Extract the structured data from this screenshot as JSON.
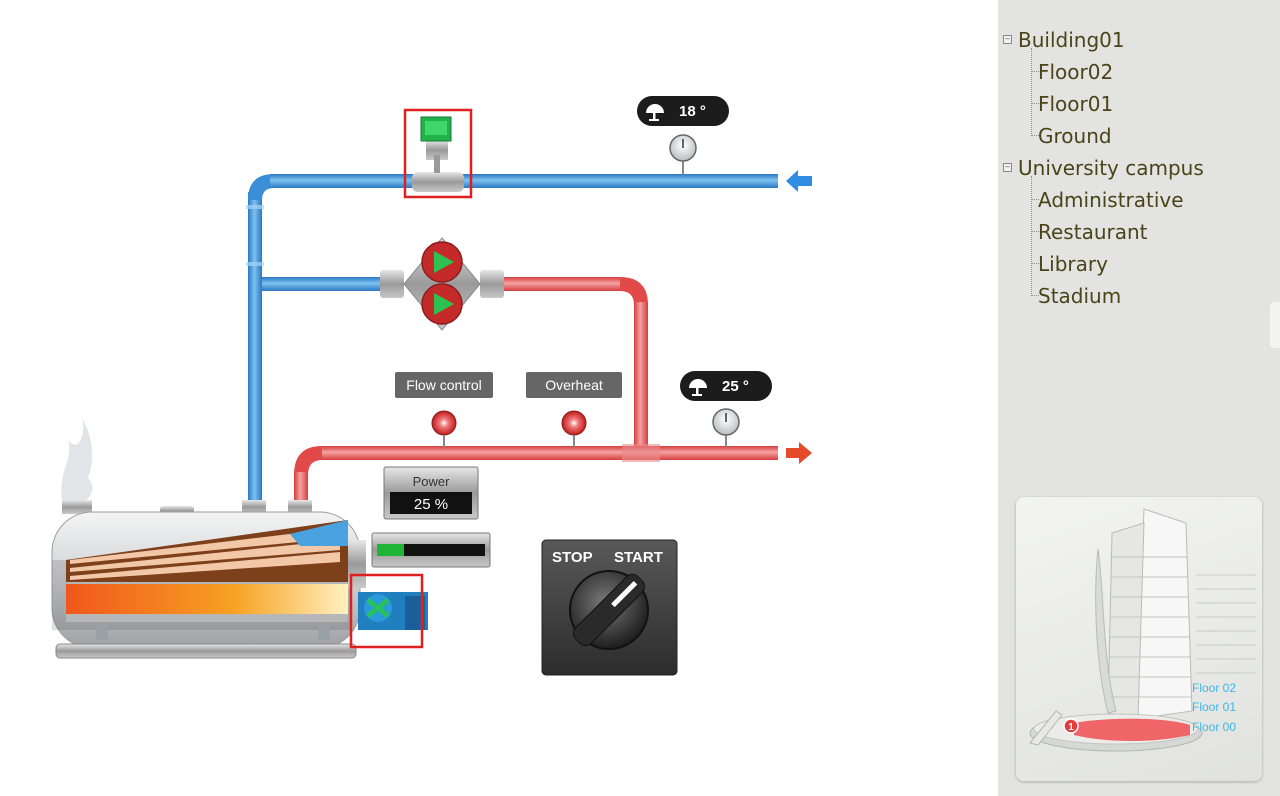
{
  "diagram": {
    "top_temp": {
      "value": "18 °",
      "icon": "thermometer-icon"
    },
    "bottom_temp": {
      "value": "25 °",
      "icon": "thermometer-icon"
    },
    "flow_control": {
      "label": "Flow control"
    },
    "overheat": {
      "label": "Overheat"
    },
    "power": {
      "label": "Power",
      "value": "25 %",
      "level": 0.25
    },
    "switch": {
      "stop": "STOP",
      "start": "START"
    },
    "colors": {
      "cold_pipe": "#3a8fd6",
      "hot_pipe": "#e24a4a",
      "selection": "#e02020",
      "valve_actuator": "#22b24c",
      "level_fill": "#1fb436"
    }
  },
  "sidebar": {
    "tree": [
      {
        "label": "Building01",
        "children": [
          "Floor02",
          "Floor01",
          "Ground"
        ]
      },
      {
        "label": "University campus",
        "children": [
          "Administrative",
          "Restaurant",
          "Library",
          "Stadium"
        ]
      }
    ],
    "preview": {
      "floors": [
        "Floor 02",
        "Floor 01",
        "Floor 00"
      ],
      "marker": "1"
    }
  }
}
